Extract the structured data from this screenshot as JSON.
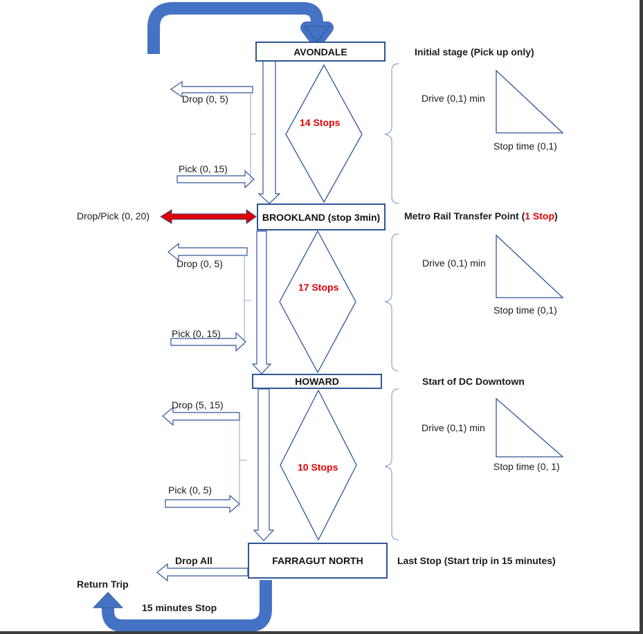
{
  "stations": {
    "avondale": "AVONDALE",
    "brookland": "BROOKLAND (stop 3min)",
    "howard": "HOWARD",
    "farragut": "FARRAGUT NORTH"
  },
  "segments": [
    {
      "stops": "14 Stops",
      "drop": "Drop (0, 5)",
      "pick": "Pick (0, 15)",
      "drive": "Drive (0,1) min",
      "stop_time": "Stop time (0,1)"
    },
    {
      "stops": "17 Stops",
      "drop": "Drop (0, 5)",
      "pick": "Pick (0, 15)",
      "drive": "Drive (0,1) min",
      "stop_time": "Stop time (0,1)"
    },
    {
      "stops": "10 Stops",
      "drop": "Drop (5, 15)",
      "pick": "Pick (0, 5)",
      "drive": "Drive (0,1) min",
      "stop_time": "Stop time (0, 1)"
    }
  ],
  "notes": {
    "initial": "Initial stage (Pick up only)",
    "metro_prefix": "Metro Rail Transfer Point (",
    "metro_count": "1 Stop",
    "metro_suffix": ")",
    "downtown": "Start of DC Downtown",
    "last": "Last Stop (Start trip in 15 minutes)"
  },
  "transfer": {
    "label": "Drop/Pick (0, 20)"
  },
  "end": {
    "drop_all": "Drop All",
    "return_trip": "Return Trip",
    "stop_15": "15 minutes Stop"
  },
  "colors": {
    "line": "#2f5597",
    "loop_arrow": "#4472c4",
    "transfer_arrow": "#e00000",
    "stop_count": "#e00000"
  }
}
